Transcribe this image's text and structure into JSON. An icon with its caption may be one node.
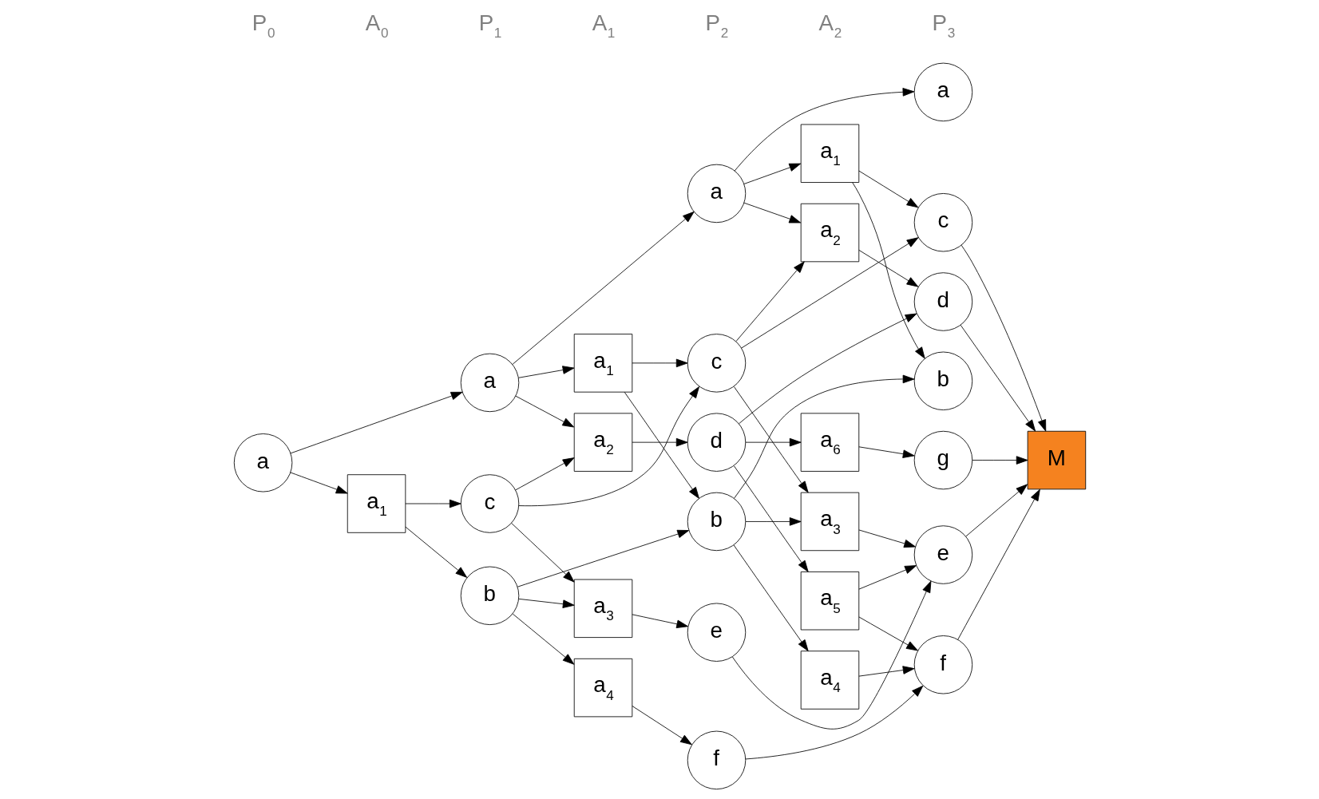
{
  "diagram": {
    "nodes": [
      {
        "text": [
          "a"
        ]
      },
      {
        "text": [
          "a$_{1}$"
        ]
      },
      {
        "text": [
          "a"
        ]
      },
      {
        "text": [
          "b"
        ]
      },
      {
        "text": [
          "c"
        ]
      },
      {
        "text": [
          "a$_{1}$"
        ]
      },
      {
        "text": [
          "a$_{2}$"
        ]
      },
      {
        "text": [
          "a$_{3}$"
        ]
      },
      {
        "text": [
          "a$_{4}$"
        ]
      },
      {
        "text": [
          "a"
        ]
      },
      {
        "text": [
          "b"
        ]
      },
      {
        "text": [
          "c"
        ]
      },
      {
        "text": [
          "d"
        ]
      },
      {
        "text": [
          "e"
        ]
      },
      {
        "text": [
          "f"
        ]
      },
      {
        "text": [
          "a$_{1}$"
        ]
      },
      {
        "text": [
          "a$_{2}$"
        ]
      },
      {
        "text": [
          "a$_{3}$"
        ]
      },
      {
        "text": [
          "a$_{4}$"
        ]
      },
      {
        "text": [
          "a$_{5}$"
        ]
      },
      {
        "text": [
          "a$_{6}$"
        ]
      },
      {
        "text": [
          "a"
        ]
      },
      {
        "text": [
          "b"
        ]
      },
      {
        "text": [
          "c"
        ]
      },
      {
        "text": [
          "d"
        ]
      },
      {
        "text": [
          "e"
        ]
      },
      {
        "text": [
          "f"
        ]
      },
      {
        "text": [
          "g"
        ]
      },
      {
        "text": [
          "M"
        ]
      }
    ],
    "edges": [
      {
        "from": 0,
        "to": 2,
        "arrow": "to"
      },
      {
        "from": 0,
        "to": 1,
        "arrow": "to"
      },
      {
        "from": 1,
        "to": 3,
        "arrow": "to"
      },
      {
        "from": 1,
        "to": 4,
        "arrow": "to"
      },
      {
        "from": 2,
        "to": 9,
        "arrow": "to"
      },
      {
        "from": 2,
        "to": 5,
        "arrow": "to"
      },
      {
        "from": 2,
        "to": 6,
        "arrow": "to"
      },
      {
        "from": 3,
        "to": 10,
        "arrow": "to"
      },
      {
        "from": 3,
        "to": 7,
        "arrow": "to"
      },
      {
        "from": 3,
        "to": 8,
        "arrow": "to"
      },
      {
        "from": 4,
        "to": 6,
        "arrow": "to"
      },
      {
        "from": 4,
        "to": 11,
        "arrow": "to"
      },
      {
        "from": 4,
        "to": 7,
        "arrow": "to"
      },
      {
        "from": 5,
        "to": 10,
        "arrow": "to"
      },
      {
        "from": 5,
        "to": 11,
        "arrow": "to"
      },
      {
        "from": 6,
        "to": 12,
        "arrow": "to"
      },
      {
        "from": 7,
        "to": 13,
        "arrow": "to"
      },
      {
        "from": 8,
        "to": 14,
        "arrow": "to"
      },
      {
        "from": 9,
        "to": 21,
        "arrow": "to"
      },
      {
        "from": 9,
        "to": 15,
        "arrow": "to"
      },
      {
        "from": 9,
        "to": 16,
        "arrow": "to"
      },
      {
        "from": 10,
        "to": 22,
        "arrow": "to"
      },
      {
        "from": 10,
        "to": 17,
        "arrow": "to"
      },
      {
        "from": 10,
        "to": 18,
        "arrow": "to"
      },
      {
        "from": 11,
        "to": 16,
        "arrow": "to"
      },
      {
        "from": 11,
        "to": 23,
        "arrow": "to"
      },
      {
        "from": 11,
        "to": 17,
        "arrow": "to"
      },
      {
        "from": 12,
        "to": 24,
        "arrow": "to"
      },
      {
        "from": 12,
        "to": 19,
        "arrow": "to"
      },
      {
        "from": 12,
        "to": 20,
        "arrow": "to"
      },
      {
        "from": 13,
        "to": 25,
        "arrow": "to"
      },
      {
        "from": 14,
        "to": 26,
        "arrow": "to"
      },
      {
        "from": 15,
        "to": 22,
        "arrow": "to"
      },
      {
        "from": 15,
        "to": 23,
        "arrow": "to"
      },
      {
        "from": 16,
        "to": 24,
        "arrow": "to"
      },
      {
        "from": 17,
        "to": 25,
        "arrow": "to"
      },
      {
        "from": 18,
        "to": 26,
        "arrow": "to"
      },
      {
        "from": 19,
        "to": 25,
        "arrow": "to"
      },
      {
        "from": 19,
        "to": 26,
        "arrow": "to"
      },
      {
        "from": 20,
        "to": 27,
        "arrow": "to"
      },
      {
        "from": 23,
        "to": 28,
        "arrow": "to"
      },
      {
        "from": 24,
        "to": 28,
        "arrow": "to"
      },
      {
        "from": 25,
        "to": 28,
        "arrow": "to"
      },
      {
        "from": 26,
        "to": 28,
        "arrow": "to"
      },
      {
        "from": 27,
        "to": 28,
        "arrow": "to"
      }
    ],
    "labels": [
      "P$_{0}$",
      "A$_{0}$",
      "P$_{1}$",
      "A$_{1}$",
      "P$_{2}$",
      "A$_{2}$",
      "P$_{3}$"
    ]
  }
}
